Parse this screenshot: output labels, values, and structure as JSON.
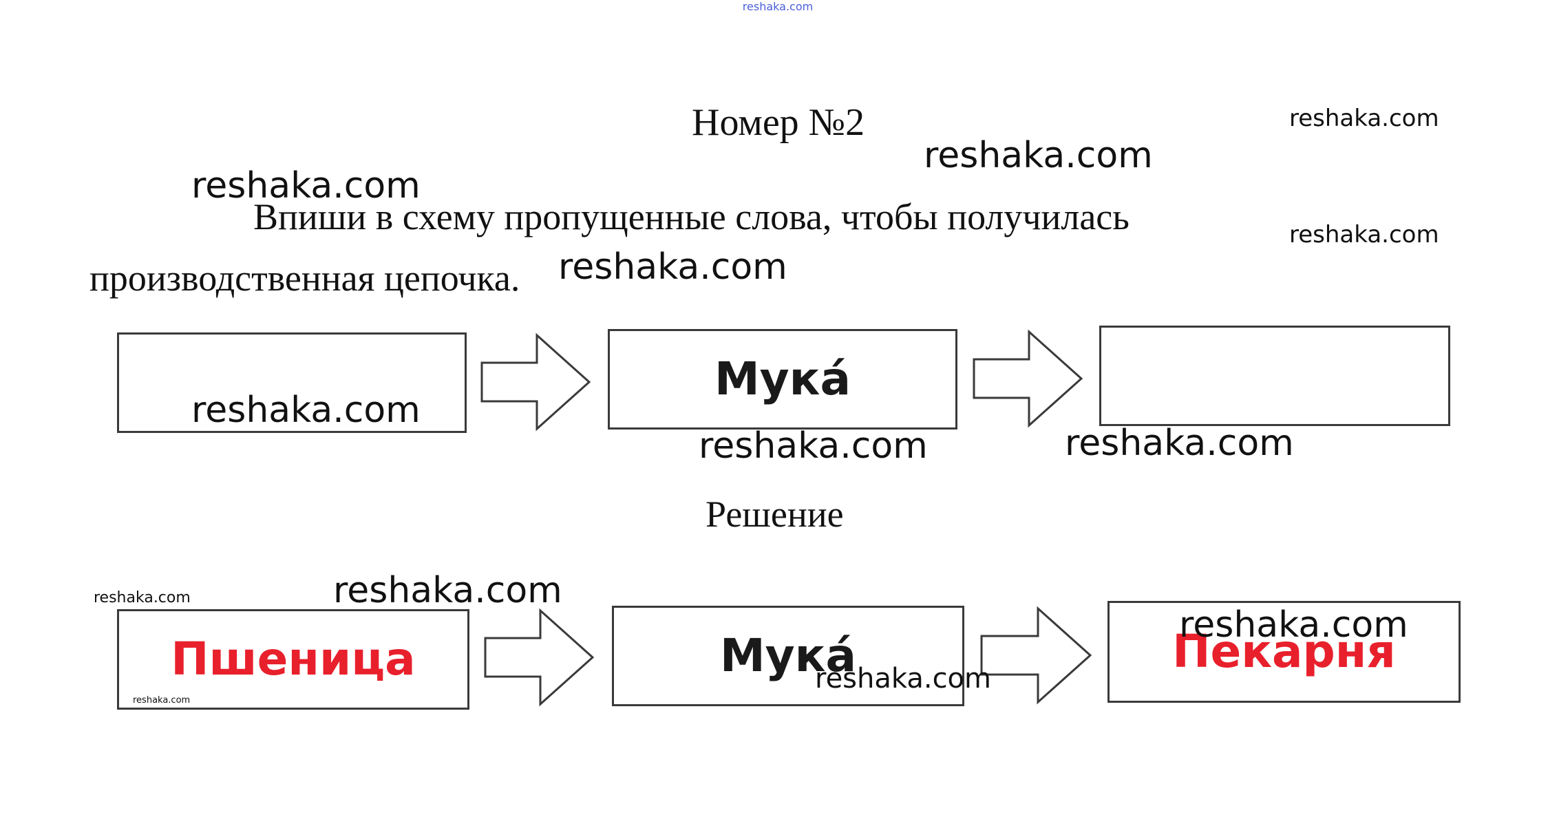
{
  "header": {
    "site_link": "reshaka.com"
  },
  "title": "Номер №2",
  "task": {
    "line1": "Впиши в схему пропущенные слова, чтобы получилась",
    "line2": "производственная цепочка."
  },
  "diagram_task": {
    "boxes": [
      "",
      "Мука́",
      ""
    ]
  },
  "solution": {
    "title": "Решение",
    "boxes": [
      "Пшеница",
      "Мука́",
      "Пекарня"
    ]
  },
  "watermark": "reshaka.com",
  "colors": {
    "answer_text": "#e8202c",
    "given_text": "#1a1a1a",
    "header_link": "#4a5fd6"
  }
}
